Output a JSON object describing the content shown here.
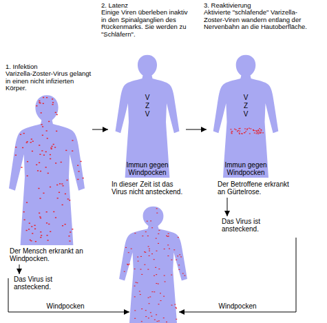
{
  "diagram": {
    "nodes": [
      {
        "text": [
          "1. Infektion",
          "Varizella-Zoster-Virus gelangt in einen nicht infizierten Körper."
        ]
      },
      {
        "text": [
          "Der Mensch erkrankt an Windpocken."
        ]
      },
      {
        "text": [
          "Das Virus ist ansteckend."
        ]
      },
      {
        "text": [
          "2. Latenz",
          "Einige Viren überleben inaktiv in den Spinalganglien des Rückenmarks. Sie werden zu \"Schläfern\"."
        ]
      },
      {
        "text": [
          "V Z V",
          "Immun gegen Windpocken"
        ]
      },
      {
        "text": [
          "In dieser Zeit ist das Virus nicht ansteckend."
        ]
      },
      {
        "text": [
          "3. Reaktivierung",
          "Aktivierte \"schlafende\" Varizella-Zoster-Viren wandern entlang der Nervenbahn an die Hautoberfläche."
        ]
      },
      {
        "text": [
          "V Z V",
          "Immun gegen Windpocken"
        ]
      },
      {
        "text": [
          "Der Betroffene erkrankt an Gürtelrose."
        ]
      },
      {
        "text": [
          "Das Virus ist ansteckend."
        ]
      }
    ],
    "edges": [
      {
        "from": 1,
        "to": 2,
        "arrow": "to"
      },
      {
        "from": 4,
        "to": 7,
        "arrow": "to"
      },
      {
        "from": 8,
        "to": 9,
        "arrow": "to"
      }
    ],
    "labels": [
      "Windpocken",
      "Windpocken"
    ]
  }
}
